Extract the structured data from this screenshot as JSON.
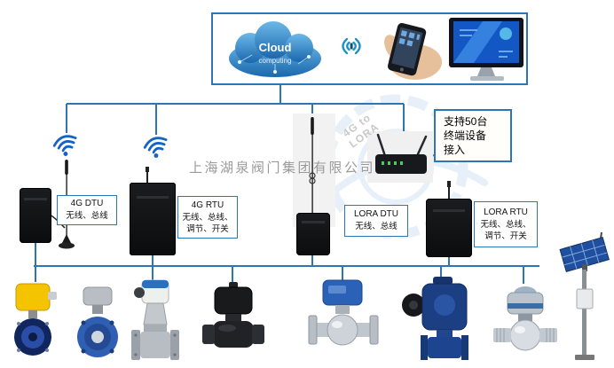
{
  "watermark": {
    "company": "上海湖泉阀门集团有限公司"
  },
  "top": {
    "cloud_title": "Cloud",
    "cloud_subtitle": "computing"
  },
  "overlay": {
    "gateway_label": "4G to LORA"
  },
  "callout": {
    "line1": "支持50台",
    "line2": "终端设备",
    "line3": "接入"
  },
  "labels": {
    "dtu4g": {
      "title": "4G DTU",
      "line1": "无线、总线"
    },
    "rtu4g": {
      "title": "4G RTU",
      "line1": "无线、总线、",
      "line2": "调节、开关"
    },
    "loradtu": {
      "title": "LORA DTU",
      "line1": "无线、总线"
    },
    "lorartu": {
      "title": "LORA RTU",
      "line1": "无线、总线、",
      "line2": "调节、开关"
    }
  },
  "colors": {
    "line_blue": "#2e75b6",
    "wifi_blue": "#1464c4",
    "cloud_blue": "#2e86c8",
    "actuator_yellow": "#f5c400",
    "valve_blue": "#2f5fb3",
    "device_black": "#0e0f10"
  },
  "icons": {
    "cloud": "cloud-computing-icon",
    "wireless": "wifi-signal-icon",
    "handset": "hand-holding-phone-icon",
    "monitor": "desktop-monitor-icon",
    "antenna": "antenna-icon",
    "router": "lora-gateway-router-icon",
    "solar": "solar-panel-pole-icon"
  },
  "products": {
    "p1": "electric-butterfly-valve-yellow-actuator",
    "p2": "butterfly-valve-blue-body",
    "p3": "electric-gate-valve",
    "p4": "electric-ball-valve-black",
    "p5": "flanged-ball-valve-blue-actuator",
    "p6": "electric-globe-valve-blue",
    "p7": "stainless-ball-valve-actuator",
    "p8": "solar-power-monitoring-pole"
  }
}
